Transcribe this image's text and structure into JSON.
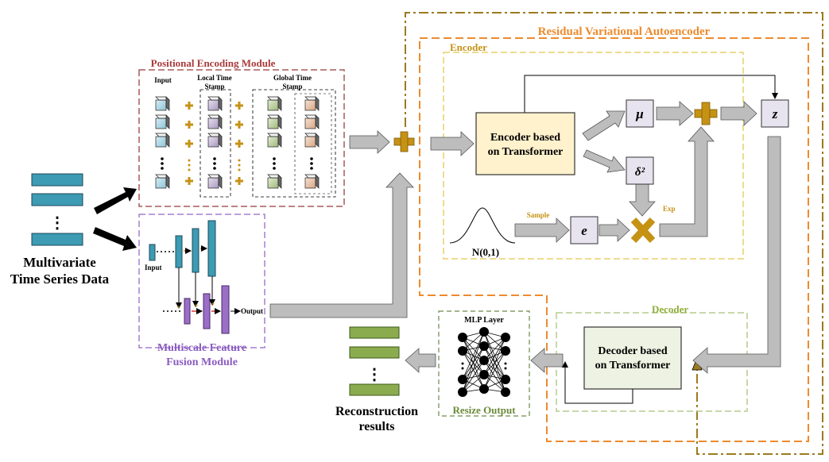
{
  "input_data": {
    "label_line1": "Multivariate",
    "label_line2": "Time Series Data",
    "ellipsis": "⋮"
  },
  "positional_encoding": {
    "title": "Positional Encoding Module",
    "input_label": "Input",
    "local_label_line1": "Local Time",
    "local_label_line2": "Stamp",
    "global_label_line1": "Global Time",
    "global_label_line2": "Stamp"
  },
  "multiscale": {
    "input_label": "Input",
    "output_label": "Output",
    "title_line1": "Multiscale Feature",
    "title_line2": "Fusion Module"
  },
  "rvae": {
    "title": "Residual Variational Autoencoder"
  },
  "encoder": {
    "title": "Encoder",
    "block_line1": "Encoder based",
    "block_line2": "on Transformer",
    "mu": "μ",
    "sigma": "δ²",
    "z": "z",
    "e": "e",
    "normal": "N(0,1)",
    "sample": "Sample",
    "exp": "Exp"
  },
  "decoder": {
    "title": "Decoder",
    "block_line1": "Decoder based",
    "block_line2": "on Transformer"
  },
  "mlp": {
    "title": "MLP Layer",
    "resize": "Resize Output"
  },
  "reconstruction": {
    "label_line1": "Reconstruction",
    "label_line2": "results"
  },
  "colors": {
    "rvae_border": "#ed8b2e",
    "encoder_border": "#e8d06a",
    "pe_border": "#a85a5a",
    "pe_title": "#a83a3a",
    "multiscale_border": "#a57ed1",
    "multiscale_title": "#8a5cc0",
    "decoder_border": "#b5cc8e",
    "decoder_title": "#8fae3a",
    "mlp_border": "#6a8a4a",
    "resize_title": "#6a8a3a",
    "outer_dashdot": "#9c7a20",
    "encoder_block": "#fff2cc",
    "decoder_block": "#eef2e2",
    "input_bar": "#3d9bb3",
    "output_bar": "#8bab4f",
    "plus": "#c69214",
    "latent_box": "#e7e3ef",
    "arrow_gray": "#bdbdbd"
  }
}
